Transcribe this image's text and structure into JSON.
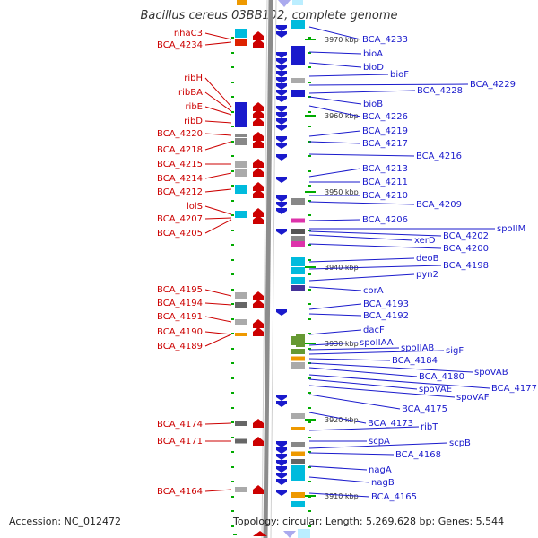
{
  "title": "Bacillus cereus 03BB102, complete genome",
  "footer": {
    "accession": "Accession: NC_012472",
    "info": "Topology: circular; Length: 5,269,628 bp; Genes: 5,544"
  },
  "colors": {
    "forward": "#1a1acc",
    "reverse": "#cc0000",
    "backbone": "#8c8c8c",
    "tick": "#00aa00"
  },
  "kbp_markers": [
    "3970 kbp",
    "3960 kbp",
    "3950 kbp",
    "3940 kbp",
    "3930 kbp",
    "3920 kbp",
    "3910 kbp"
  ],
  "left_labels": [
    "nhaC3",
    "BCA_4234",
    "ribH",
    "ribBA",
    "ribE",
    "ribD",
    "BCA_4220",
    "BCA_4218",
    "BCA_4215",
    "BCA_4214",
    "BCA_4212",
    "lolS",
    "BCA_4207",
    "BCA_4205",
    "BCA_4195",
    "BCA_4194",
    "BCA_4191",
    "BCA_4190",
    "BCA_4189",
    "BCA_4174",
    "BCA_4171",
    "BCA_4164"
  ],
  "right_labels": [
    "BCA_4233",
    "bioA",
    "bioD",
    "bioF",
    "BCA_4229",
    "BCA_4228",
    "bioB",
    "BCA_4226",
    "BCA_4219",
    "BCA_4217",
    "BCA_4216",
    "BCA_4213",
    "BCA_4211",
    "BCA_4210",
    "BCA_4209",
    "BCA_4206",
    "spoIIM",
    "BCA_4202",
    "xerD",
    "BCA_4200",
    "deoB",
    "BCA_4198",
    "pyn2",
    "corA",
    "BCA_4193",
    "BCA_4192",
    "dacF",
    "spoIIAA",
    "spoIIAB",
    "sigF",
    "BCA_4184",
    "spoVAB",
    "BCA_4180",
    "BCA_4177",
    "spoVAE",
    "spoVAF",
    "BCA_4175",
    "BCA_4173",
    "ribT",
    "scpA",
    "scpB",
    "BCA_4168",
    "nagA",
    "nagB",
    "BCA_4165"
  ]
}
